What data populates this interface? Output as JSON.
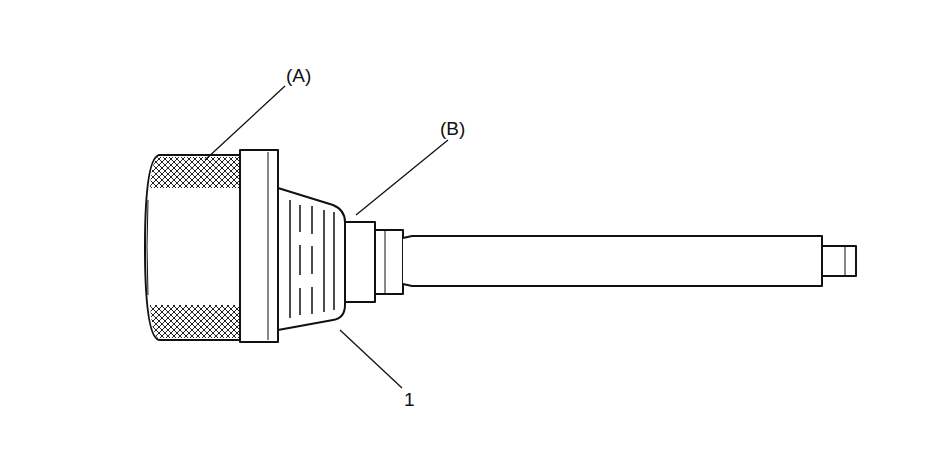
{
  "diagram": {
    "labels": [
      "(A)",
      "(B)",
      "1"
    ]
  }
}
